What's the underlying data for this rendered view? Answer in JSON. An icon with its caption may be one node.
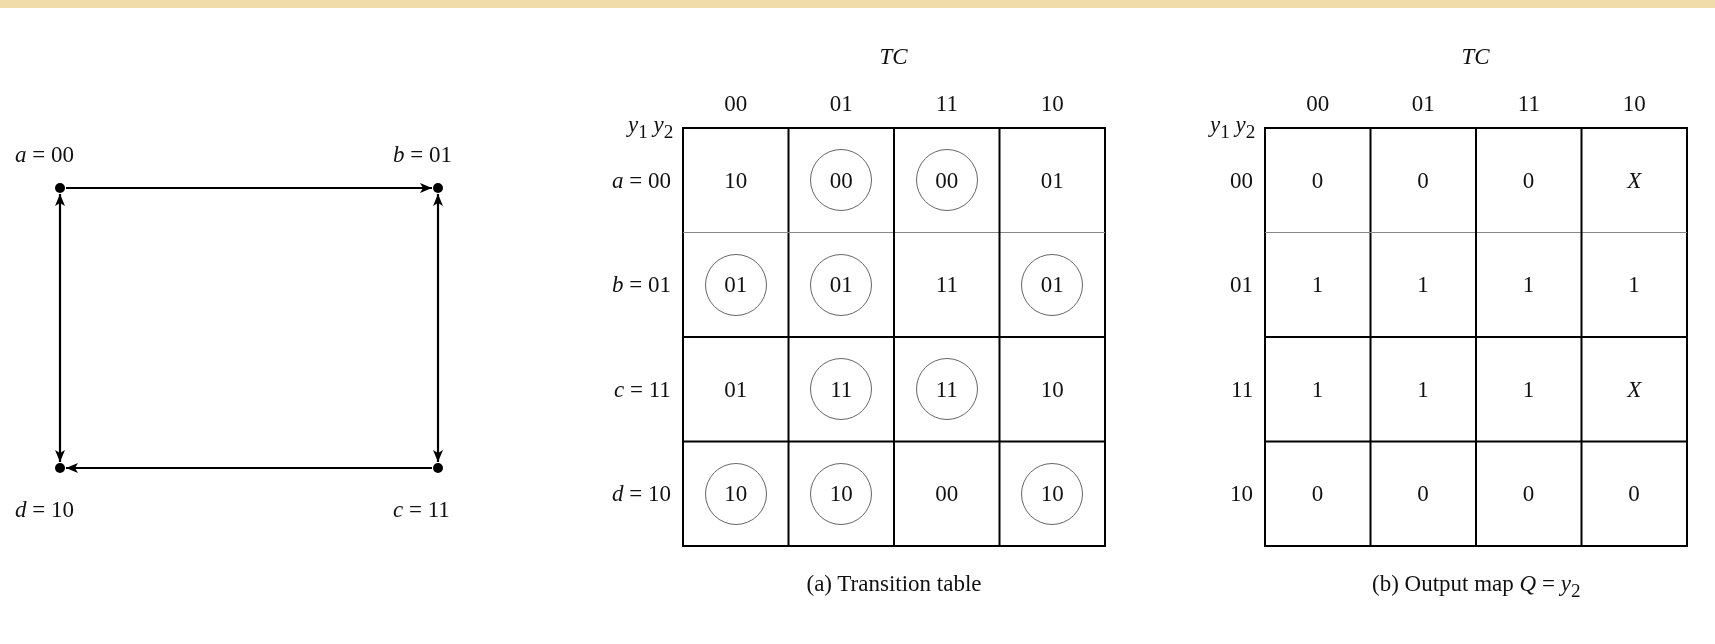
{
  "diagram": {
    "nodes": [
      {
        "text": [],
        "shape": "circle",
        "beside": [
          "*a* = 00"
        ]
      },
      {
        "text": [],
        "shape": "circle",
        "beside": [
          "*b* = 01"
        ]
      },
      {
        "text": [],
        "shape": "circle",
        "beside": [
          "*d* = 10"
        ]
      },
      {
        "text": [],
        "shape": "circle",
        "beside": [
          "*c* = 11"
        ]
      },
      {
        "text": [
          "00"
        ]
      },
      {
        "text": [
          "00"
        ]
      },
      {
        "text": [
          "01"
        ]
      },
      {
        "text": [
          "01"
        ]
      },
      {
        "text": [
          "01"
        ]
      },
      {
        "text": [
          "11"
        ]
      },
      {
        "text": [
          "11"
        ]
      },
      {
        "text": [
          "10"
        ]
      },
      {
        "text": [
          "10"
        ]
      },
      {
        "text": [
          "10"
        ]
      }
    ],
    "edges": [
      {
        "from": 0,
        "to": 1,
        "arrow": "to"
      },
      {
        "from": 1,
        "to": 3,
        "arrow": "both"
      },
      {
        "from": 3,
        "to": 2,
        "arrow": "to"
      },
      {
        "from": 0,
        "to": 2,
        "arrow": "both"
      }
    ],
    "labels": [
      "TC",
      "00",
      "01",
      "11",
      "10",
      "*y*$_{1}$ *y*$_{2}$",
      "*a* = 00",
      "10",
      "01",
      "*b* = 01",
      "11",
      "*c* = 11",
      "01",
      "10",
      "*d* = 10",
      "00",
      "(a) Transition table",
      "TC",
      "00",
      "01",
      "11",
      "10",
      "*y*$_{1}$ *y*$_{2}$",
      "00",
      "0",
      "0",
      "0",
      "X",
      "01",
      "1",
      "1",
      "1",
      "1",
      "11",
      "1",
      "1",
      "1",
      "X",
      "10",
      "0",
      "0",
      "0",
      "0",
      "(b) Output map *Q* = *y*$_{2}$"
    ]
  }
}
